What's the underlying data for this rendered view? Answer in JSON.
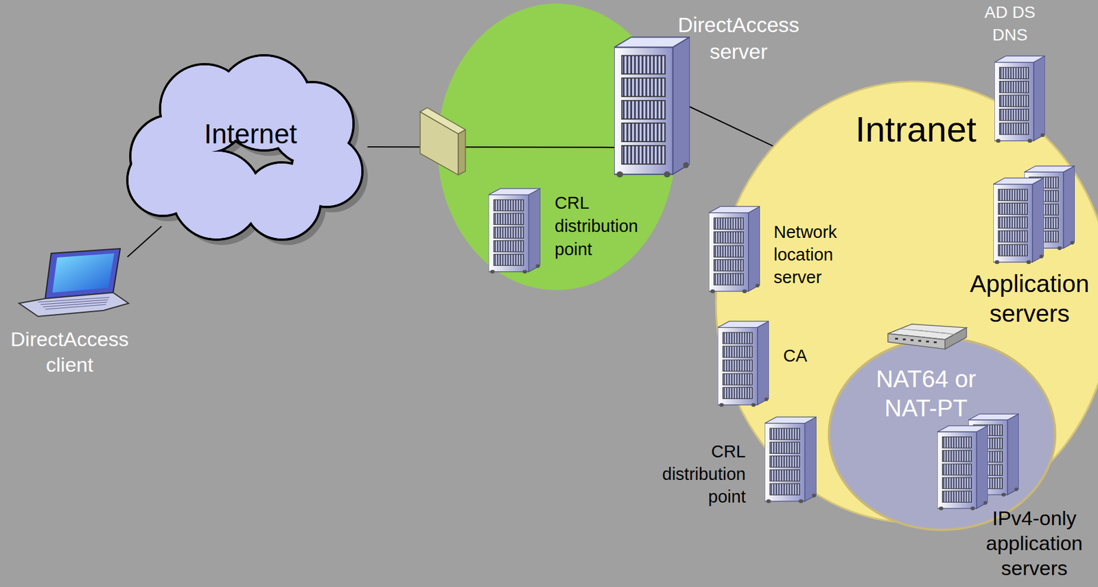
{
  "diagram": {
    "nodes": [
      {
        "text": [
          "Internet"
        ]
      },
      {
        "text": [
          "DirectAccess client"
        ]
      },
      {
        "text": [
          "DirectAccess server"
        ]
      },
      {
        "text": [
          "CRL distribution point"
        ]
      },
      {
        "text": [
          "Intranet"
        ]
      },
      {
        "text": [
          "AD DS DNS"
        ],
        "in": 4
      },
      {
        "text": [
          "Network location server"
        ],
        "in": 4
      },
      {
        "text": [
          "CA"
        ],
        "in": 4
      },
      {
        "text": [
          "CRL distribution point"
        ],
        "in": 4
      },
      {
        "text": [
          "Application servers"
        ],
        "in": 4
      },
      {
        "text": [
          "NAT64 or NAT-PT"
        ],
        "in": 4
      },
      {
        "text": [
          "IPv4-only application servers"
        ],
        "in": 10
      }
    ],
    "edges": [
      {
        "from": 1,
        "to": 0,
        "arrow": "none"
      },
      {
        "from": 0,
        "to": 2,
        "arrow": "none"
      },
      {
        "from": 2,
        "to": 4,
        "arrow": "none"
      }
    ]
  }
}
